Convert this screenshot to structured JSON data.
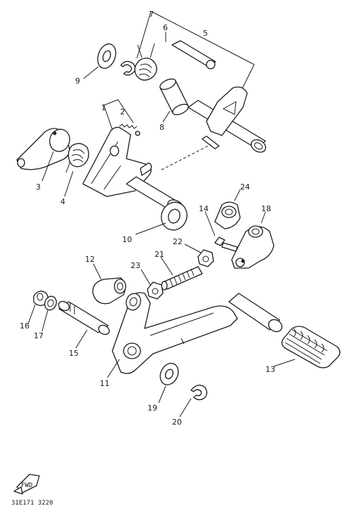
{
  "diagram": {
    "part_numbers": {
      "p1": "1",
      "p2": "2",
      "p3": "3",
      "p4": "4",
      "p5": "5",
      "p6": "6",
      "p7": "7",
      "p8": "8",
      "p9": "9",
      "p10": "10",
      "p11": "11",
      "p12": "12",
      "p13": "13",
      "p14": "14",
      "p15": "15",
      "p16": "16",
      "p17": "17",
      "p18": "18",
      "p19": "19",
      "p20": "20",
      "p21": "21",
      "p22": "22",
      "p23": "23",
      "p24": "24"
    },
    "footer_code": "31E171 3220",
    "front_arrow_label": "FWD"
  }
}
